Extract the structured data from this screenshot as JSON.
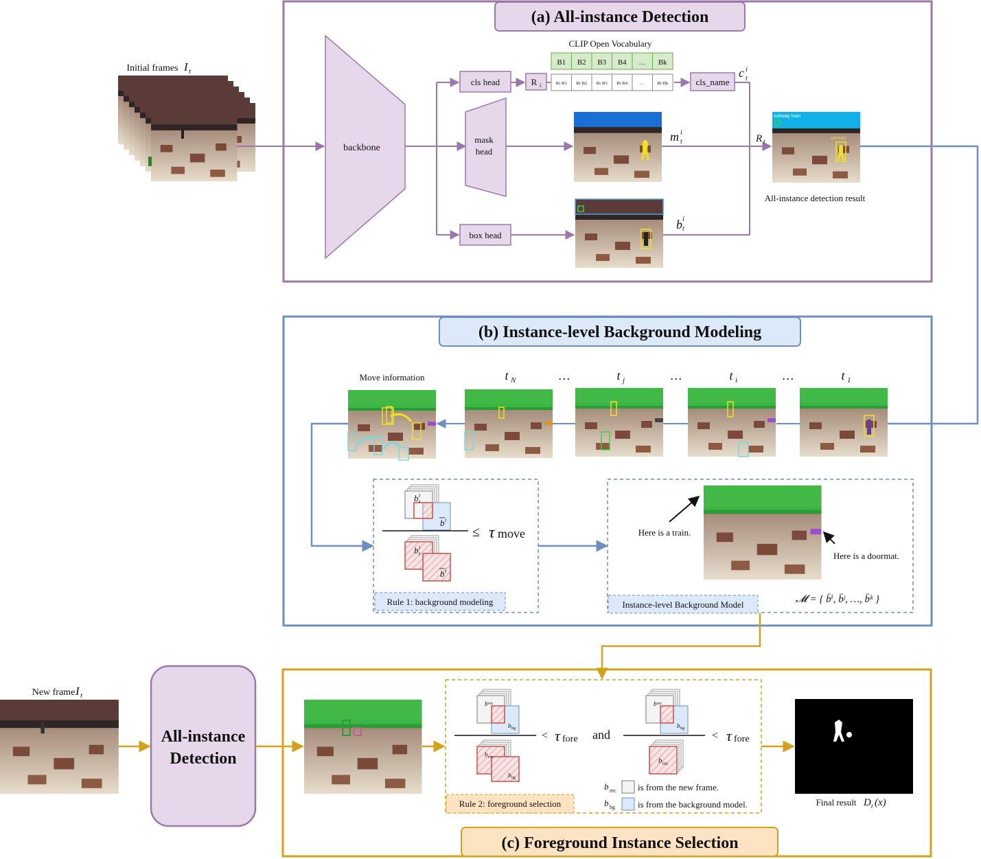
{
  "sections": {
    "a": {
      "title": "(a) All-instance Detection"
    },
    "b": {
      "title": "(b) Instance-level Background Modeling"
    },
    "c": {
      "title": "(c) Foreground Instance Selection"
    }
  },
  "inputs": {
    "initial_frames_label": "Initial frames",
    "new_frame_label": "New frame"
  },
  "detection": {
    "backbone": "backbone",
    "cls_head": "cls head",
    "mask_head_line1": "mask",
    "mask_head_line2": "head",
    "box_head": "box head",
    "region": "R",
    "region_sub": "i",
    "clip_title": "CLIP Open Vocabulary",
    "clip_cells": [
      "B1",
      "B2",
      "B3",
      "B4",
      "…",
      "Bk"
    ],
    "score_cells": [
      "Ri·B1",
      "Ri·B2",
      "Ri·B3",
      "Ri·B4",
      "…",
      "Ri·Bk"
    ],
    "cls_name": "cls_name",
    "result_caption": "All-instance detection result",
    "result_label_train": "subway train",
    "result_label_person": "person"
  },
  "symbols": {
    "c": "c",
    "m": "m",
    "b": "b",
    "R": "R",
    "t": "t",
    "i": "i",
    "tau": "τ",
    "leq": "≤",
    "lt": "<",
    "move": "move",
    "fore": "fore",
    "rec": "rec",
    "bg": "bg",
    "and": "and"
  },
  "background": {
    "move_info": "Move information",
    "timeline": [
      "t",
      "…",
      "t",
      "…",
      "t",
      "…",
      "t"
    ],
    "timeline_subs": [
      "N",
      "",
      "j",
      "",
      "i",
      "",
      "1"
    ],
    "rule1": "Rule 1: background modeling",
    "model_label": "Instance-level Background Model",
    "train_note": "Here is a train.",
    "doormat_note": "Here is a doormat.",
    "model_formula": "𝓜 = { b̄ⁱ, b̄ʲ, …, b̄ᵏ }"
  },
  "foreground": {
    "detector_line1": "All-instance",
    "detector_line2": "Detection",
    "rule2": "Rule 2: foreground selection",
    "legend_new": "is from the new frame.",
    "legend_bg": "is from the background model.",
    "final_label": "Final result",
    "final_func": "D",
    "final_arg": "(x)"
  },
  "colors": {
    "purple_border": "#9b78aa",
    "purple_fill": "#e6d8ea",
    "blue_border": "#6d8fc0",
    "blue_fill": "#dce9f8",
    "gold_border": "#d4a21a",
    "gold_fill": "#fde3c2",
    "clip_green": "#d6ebc9",
    "red_box": "#c0504d"
  }
}
